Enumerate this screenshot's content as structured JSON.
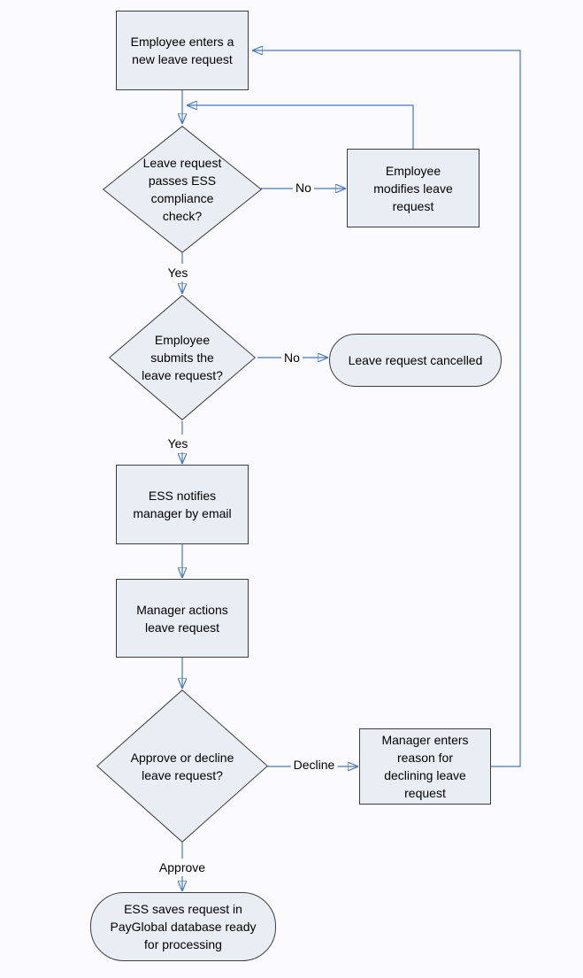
{
  "flowchart": {
    "nodes": {
      "start": {
        "label": "Employee enters a new leave request",
        "shape": "rectangle"
      },
      "compliance_check": {
        "label": "Leave request passes ESS compliance check?",
        "shape": "diamond"
      },
      "modify": {
        "label": "Employee modifies leave request",
        "shape": "rectangle"
      },
      "submit_check": {
        "label": "Employee submits the leave request?",
        "shape": "diamond"
      },
      "cancelled": {
        "label": "Leave request cancelled",
        "shape": "terminator"
      },
      "notify": {
        "label": "ESS notifies manager by email",
        "shape": "rectangle"
      },
      "action": {
        "label": "Manager actions leave request",
        "shape": "rectangle"
      },
      "approve_decision": {
        "label": "Approve or decline leave request?",
        "shape": "diamond"
      },
      "decline_reason": {
        "label": "Manager enters reason for declining leave request",
        "shape": "rectangle"
      },
      "saved": {
        "label": "ESS saves request in PayGlobal database ready for processing",
        "shape": "terminator"
      }
    },
    "edge_labels": {
      "compliance_no": "No",
      "compliance_yes": "Yes",
      "submit_no": "No",
      "submit_yes": "Yes",
      "decision_decline": "Decline",
      "decision_approve": "Approve"
    },
    "colors": {
      "connector": "#4679b8",
      "node_fill": "#e9edf4",
      "node_border": "#3d3d3d",
      "background": "#fafaff",
      "text": "#000000"
    }
  }
}
